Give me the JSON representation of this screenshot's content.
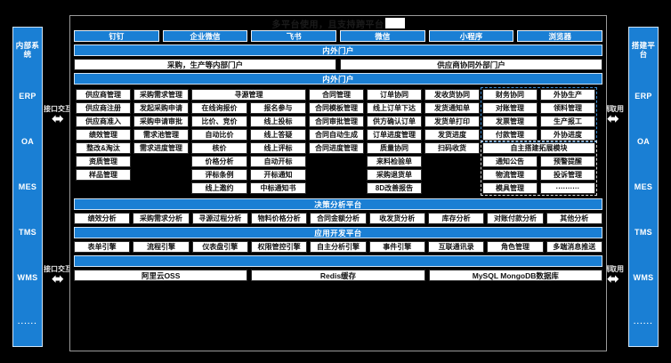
{
  "title": "多平台使用，且支持跨平台",
  "left_rail": {
    "items": [
      "内部系统",
      "ERP",
      "OA",
      "MES",
      "TMS",
      "WMS",
      "······"
    ]
  },
  "right_rail": {
    "items": [
      "搭建平台",
      "ERP",
      "OA",
      "MES",
      "TMS",
      "WMS",
      "······"
    ]
  },
  "connectors": {
    "left_top": "接口交互",
    "left_bottom": "接口交互",
    "right_top": "调取用",
    "right_bottom": "调取用",
    "arrow": "⬌"
  },
  "client_tabs": [
    "钉钉",
    "企业微信",
    "飞书",
    "微信",
    "小程序",
    "浏览器"
  ],
  "portal_bar": "内外门户",
  "portals": [
    "采购，生产等内部门户",
    "供应商协同外部门户"
  ],
  "grid_bar": "内外门户",
  "columns": [
    {
      "header": "供应商管理",
      "items": [
        "供应商注册",
        "供应商准入",
        "绩效管理",
        "整改&淘汰",
        "资质管理",
        "样品管理"
      ]
    },
    {
      "header": "采购需求管理",
      "items": [
        "发起采购申请",
        "采购申请审批",
        "需求池管理",
        "需求进度管理"
      ]
    },
    {
      "header": "寻源管理",
      "pairs": [
        [
          "在线询报价",
          "报名参与"
        ],
        [
          "比价、竞价",
          "线上投标"
        ],
        [
          "自动比价",
          "线上答疑"
        ],
        [
          "核价",
          "线上评标"
        ],
        [
          "价格分析",
          "自动开标"
        ],
        [
          "评标条例",
          "开标通知"
        ],
        [
          "线上邀约",
          "中标通知书"
        ]
      ]
    },
    {
      "header": "合同管理",
      "items": [
        "合同模板管理",
        "合同审批管理",
        "合同自动生成",
        "合同进度管理"
      ]
    },
    {
      "header": "订单协同",
      "items": [
        "线上订单下达",
        "供方确认订单",
        "订单进度管理",
        "质量协同",
        "来料检验单",
        "采购退货单",
        "8D改善报告"
      ]
    },
    {
      "header": "发收货协同",
      "items": [
        "发货通知单",
        "发货单打印",
        "发货进度",
        "扫码收货"
      ]
    },
    {
      "header": "财务协同",
      "items": [
        "对账管理",
        "发票管理",
        "付款管理"
      ]
    },
    {
      "header": "外协生产",
      "items": [
        "领料管理",
        "生产报工",
        "外协进度"
      ]
    }
  ],
  "extension": {
    "header": "自主搭建拓展模块",
    "pairs": [
      [
        "通知公告",
        "预警提醒"
      ],
      [
        "物流管理",
        "投诉管理"
      ],
      [
        "模具管理",
        "··········"
      ]
    ]
  },
  "decision": {
    "bar": "决策分析平台",
    "items": [
      "绩效分析",
      "采购需求分析",
      "寻源过程分析",
      "物料价格分析",
      "合同金额分析",
      "收发货分析",
      "库存分析",
      "对账付款分析",
      "其他分析"
    ]
  },
  "appdev": {
    "bar": "应用开发平台",
    "items": [
      "表单引擎",
      "流程引擎",
      "仪表盘引擎",
      "权限管控引擎",
      "自主分析引擎",
      "事件引擎",
      "互联通讯录",
      "角色管理",
      "多端消息推送"
    ]
  },
  "infra": {
    "bar": "",
    "items": [
      "阿里云OSS",
      "Redis缓存",
      "MySQL MongoDB数据库"
    ]
  },
  "colors": {
    "accent": "#1a7fd4",
    "background": "#000000",
    "cell": "#ffffff",
    "selection": "#3f8fd6"
  }
}
